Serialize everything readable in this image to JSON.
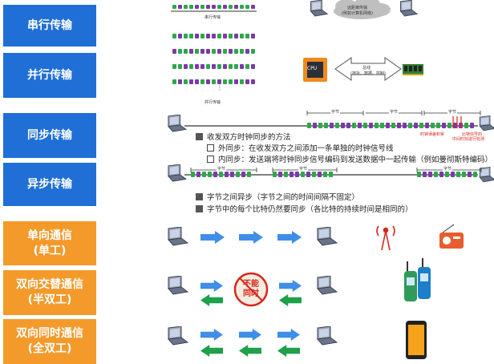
{
  "categories": [
    {
      "label": "串行传输",
      "color": "#1f6fd6"
    },
    {
      "label": "并行传输",
      "color": "#1f6fd6"
    },
    {
      "label": "同步传输",
      "color": "#1f6fd6"
    },
    {
      "label": "异步传输",
      "color": "#1f6fd6"
    },
    {
      "label": "单向通信\n(单工)",
      "color": "#f39a2b"
    },
    {
      "label": "双向交替通信\n(半双工)",
      "color": "#f39a2b"
    },
    {
      "label": "双向同时通信\n(全双工)",
      "color": "#f39a2b"
    }
  ],
  "serial": {
    "caption": "串行传输",
    "cloud_line1": "远距离传输",
    "cloud_line2": "(例如计算机网络)"
  },
  "parallel": {
    "caption": "并行传输",
    "cpu_label": "CPU",
    "bus_line1": "总线",
    "bus_line2": "(地址、数据、控制)"
  },
  "sync": {
    "byte_label": "字节",
    "clock_note": "时钟误差积累",
    "check_note_line1": "比特信号的",
    "check_note_line2": "中间时刻进行检测",
    "method_title": "收发双方时钟同步的方法",
    "external": "外同步：在收发双方之间添加一条单独的时钟信号线",
    "internal": "内同步：发送端将时钟同步信号编码到发送数据中一起传输（例如曼彻斯特编码）"
  },
  "async": {
    "byte_label": "字节",
    "note1": "字节之间异步（字节之间的时间间隔不固定）",
    "note2": "字节中的每个比特仍然要同步（各比特的持续时间是相同的）"
  },
  "half_duplex": {
    "stamp_line1": "不能",
    "stamp_line2": "同时"
  },
  "colors": {
    "blue_label": "#1f6fd6",
    "orange_label": "#f39a2b",
    "arrow_blue": "#3f8ee8",
    "arrow_green": "#1fa04a",
    "bit_green": "#2ea84a",
    "bit_purple": "#7a3aa8"
  }
}
